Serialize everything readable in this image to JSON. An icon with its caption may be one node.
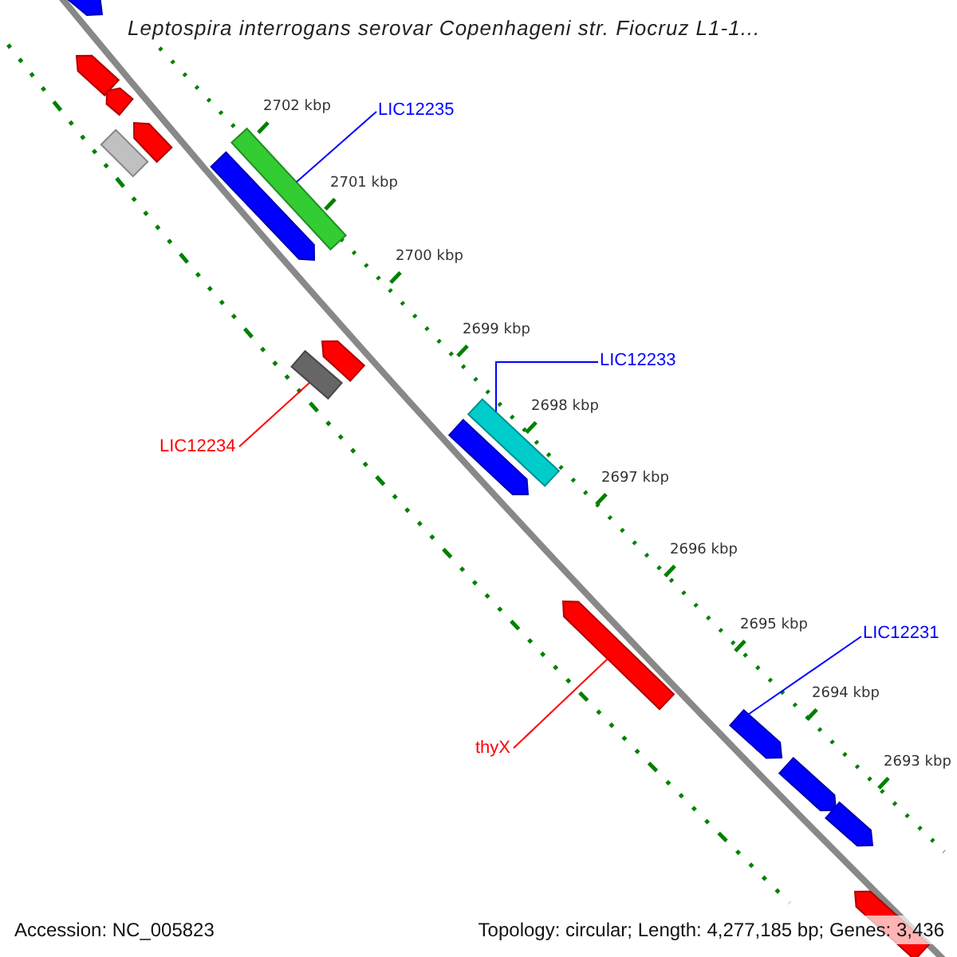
{
  "diagram": {
    "title": "Leptospira interrogans serovar Copenhageni str. Fiocruz L1-1...",
    "nodes": [
      {
        "text": [],
        "shape": "bar"
      },
      {
        "text": [],
        "shape": "bar"
      },
      {
        "text": [],
        "shape": "bar"
      },
      {
        "text": [
          "LIC12235"
        ]
      },
      {
        "text": [],
        "shape": "bar"
      },
      {
        "text": [],
        "shape": "bar"
      },
      {
        "text": [],
        "shape": "bar"
      },
      {
        "text": [],
        "shape": "bar"
      },
      {
        "text": [],
        "shape": "bar"
      },
      {
        "text": [
          "LIC12233"
        ]
      },
      {
        "text": [],
        "shape": "bar"
      },
      {
        "text": [],
        "shape": "bar"
      },
      {
        "text": [],
        "shape": "bar"
      },
      {
        "text": [
          "LIC12234"
        ]
      },
      {
        "text": [],
        "shape": "bar"
      },
      {
        "text": [
          "LIC12231"
        ]
      },
      {
        "text": [],
        "shape": "bar"
      },
      {
        "text": [
          "thyX"
        ]
      },
      {
        "text": [],
        "shape": "bar"
      },
      {
        "text": [],
        "shape": "bar"
      },
      {
        "text": [],
        "shape": "bar"
      }
    ],
    "edges": [
      {
        "from": 3,
        "to": 6,
        "arrow": "none"
      },
      {
        "from": 9,
        "to": 11,
        "arrow": "none"
      },
      {
        "from": 13,
        "to": 10,
        "arrow": "none",
        "color": "#ff0000"
      },
      {
        "from": 15,
        "to": 16,
        "arrow": "none"
      },
      {
        "from": 17,
        "to": 14,
        "arrow": "none",
        "color": "#ff0000"
      }
    ],
    "labels": [
      "2702 kbp",
      "2701 kbp",
      "2700 kbp",
      "2699 kbp",
      "2698 kbp",
      "2697 kbp",
      "2696 kbp",
      "2695 kbp",
      "2694 kbp",
      "2693 kbp",
      "Accession: NC_005823",
      "Topology: circular; Length: 4,277,185 bp; Genes: 3,436"
    ]
  }
}
